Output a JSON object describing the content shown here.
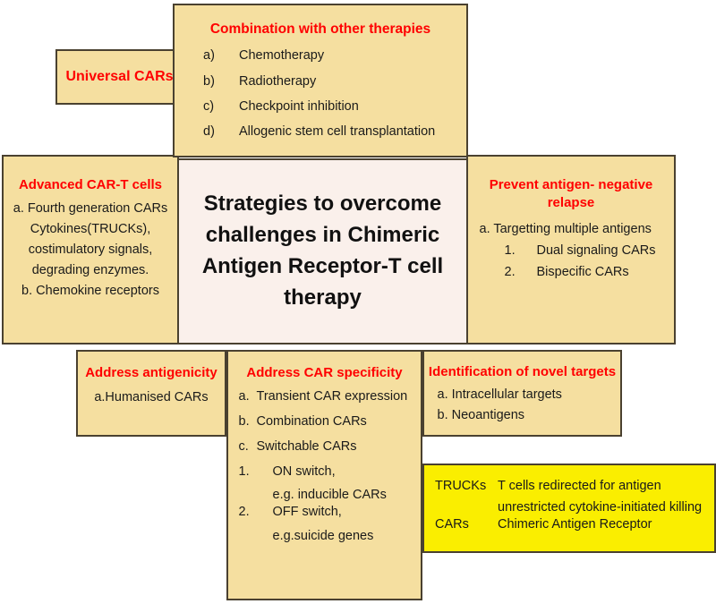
{
  "diagram": {
    "colors": {
      "box_fill": "#F5DFA0",
      "center_fill": "#FAF0EB",
      "legend_fill": "#FAEE00",
      "title_red": "#FF0000",
      "border": "#4a4130"
    },
    "center": {
      "title": "Strategies to overcome challenges in Chimeric Antigen Receptor-T cell therapy"
    },
    "universal_cars": {
      "title": "Universal CARs"
    },
    "combination": {
      "title": "Combination with other therapies",
      "items": [
        {
          "marker": "a)",
          "text": "Chemotherapy"
        },
        {
          "marker": "b)",
          "text": "Radiotherapy"
        },
        {
          "marker": "c)",
          "text": "Checkpoint inhibition"
        },
        {
          "marker": "d)",
          "text": "Allogenic stem cell transplantation"
        }
      ]
    },
    "advanced": {
      "title": "Advanced CAR-T cells",
      "lines": [
        "a. Fourth generation CARs",
        "Cytokines(TRUCKs),",
        "costimulatory signals,",
        "degrading enzymes.",
        "b. Chemokine receptors"
      ]
    },
    "prevent": {
      "title_line1": "Prevent antigen- negative",
      "title_line2": "relapse",
      "lead": "a. Targetting multiple antigens",
      "items": [
        {
          "marker": "1.",
          "text": "Dual signaling CARs"
        },
        {
          "marker": "2.",
          "text": "Bispecific CARs"
        }
      ]
    },
    "antigenicity": {
      "title": "Address antigenicity",
      "line": "a.Humanised CARs"
    },
    "specificity": {
      "title": "Address CAR specificity",
      "items": [
        {
          "marker": "a.",
          "text": "Transient CAR expression"
        },
        {
          "marker": "b.",
          "text": "Combination CARs"
        },
        {
          "marker": "c.",
          "text": " Switchable CARs"
        }
      ],
      "switches": [
        {
          "marker": "1.",
          "text": "ON switch,",
          "cont": "e.g. inducible CARs"
        },
        {
          "marker": "2.",
          "text": "OFF switch,",
          "cont": "e.g.suicide genes"
        }
      ]
    },
    "novel": {
      "title": "Identification of novel targets",
      "lines": [
        "a. Intracellular targets",
        "b. Neoantigens"
      ]
    },
    "legend": {
      "rows": [
        {
          "key": "TRUCKs",
          "value": "T cells redirected for antigen"
        },
        {
          "key": "",
          "value": "unrestricted cytokine-initiated killing"
        },
        {
          "key": "CARs",
          "value": "Chimeric Antigen Receptor"
        }
      ],
      "trucks_key": "TRUCKs",
      "trucks_value": "T cells redirected for antigen",
      "trucks_value2": "unrestricted cytokine-initiated killing",
      "cars_key": "CARs",
      "cars_value": "Chimeric Antigen Receptor"
    }
  }
}
